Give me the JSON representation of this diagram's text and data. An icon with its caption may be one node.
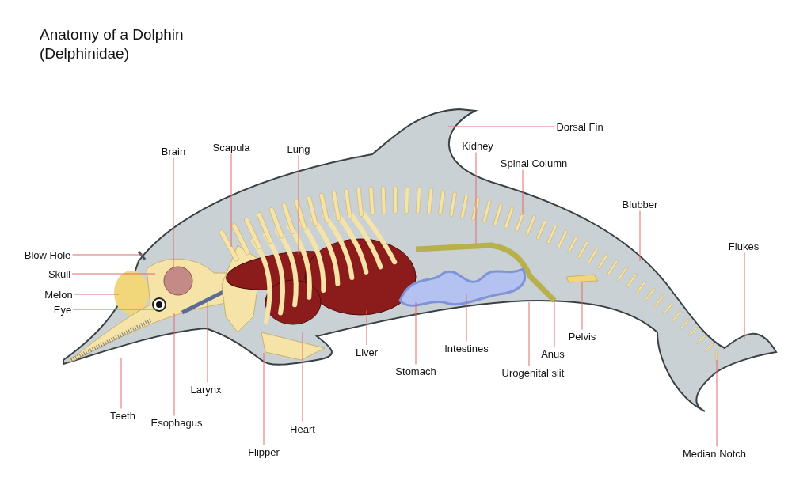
{
  "diagram": {
    "title": "Anatomy of a Dolphin (Delphinidae)",
    "nodes": [
      {
        "text": [
          "Dorsal Fin"
        ]
      },
      {
        "text": [
          "Brain"
        ]
      },
      {
        "text": [
          "Scapula"
        ]
      },
      {
        "text": [
          "Lung"
        ]
      },
      {
        "text": [
          "Kidney"
        ]
      },
      {
        "text": [
          "Spinal Column"
        ]
      },
      {
        "text": [
          "Blubber"
        ]
      },
      {
        "text": [
          "Flukes"
        ]
      },
      {
        "text": [
          "Blow Hole"
        ]
      },
      {
        "text": [
          "Skull"
        ]
      },
      {
        "text": [
          "Melon"
        ]
      },
      {
        "text": [
          "Eye"
        ]
      },
      {
        "text": [
          "Liver"
        ]
      },
      {
        "text": [
          "Intestines"
        ]
      },
      {
        "text": [
          "Stomach"
        ]
      },
      {
        "text": [
          "Anus"
        ]
      },
      {
        "text": [
          "Pelvis"
        ]
      },
      {
        "text": [
          "Urogenital slit"
        ]
      },
      {
        "text": [
          "Larynx"
        ]
      },
      {
        "text": [
          "Teeth"
        ]
      },
      {
        "text": [
          "Esophagus"
        ]
      },
      {
        "text": [
          "Heart"
        ]
      },
      {
        "text": [
          "Flipper"
        ]
      },
      {
        "text": [
          "Median Notch"
        ]
      }
    ],
    "edges": [
      {
        "from": 0,
        "to": null,
        "arrow": "none"
      },
      {
        "from": 1,
        "to": null,
        "arrow": "none"
      },
      {
        "from": 2,
        "to": null,
        "arrow": "none"
      },
      {
        "from": 3,
        "to": null,
        "arrow": "none"
      },
      {
        "from": 4,
        "to": null,
        "arrow": "none"
      },
      {
        "from": 5,
        "to": null,
        "arrow": "none"
      },
      {
        "from": 6,
        "to": null,
        "arrow": "none"
      },
      {
        "from": 7,
        "to": null,
        "arrow": "none"
      },
      {
        "from": 8,
        "to": null,
        "arrow": "none"
      },
      {
        "from": 9,
        "to": null,
        "arrow": "none"
      },
      {
        "from": 10,
        "to": null,
        "arrow": "none"
      },
      {
        "from": 11,
        "to": null,
        "arrow": "none"
      },
      {
        "from": 12,
        "to": null,
        "arrow": "none"
      },
      {
        "from": 13,
        "to": null,
        "arrow": "none"
      },
      {
        "from": 14,
        "to": null,
        "arrow": "none"
      },
      {
        "from": 15,
        "to": null,
        "arrow": "none"
      },
      {
        "from": 16,
        "to": null,
        "arrow": "none"
      },
      {
        "from": 17,
        "to": null,
        "arrow": "none"
      },
      {
        "from": 18,
        "to": null,
        "arrow": "none"
      },
      {
        "from": 19,
        "to": null,
        "arrow": "none"
      },
      {
        "from": 20,
        "to": null,
        "arrow": "none"
      },
      {
        "from": 21,
        "to": null,
        "arrow": "none"
      },
      {
        "from": 22,
        "to": null,
        "arrow": "none"
      },
      {
        "from": 23,
        "to": null,
        "arrow": "none"
      }
    ]
  }
}
